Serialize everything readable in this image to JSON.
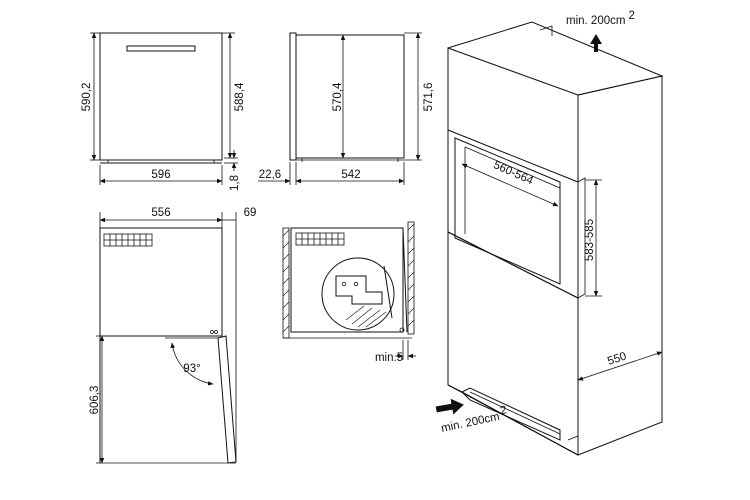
{
  "dimensions": {
    "front_height_left": "590,2",
    "front_height_right": "588,4",
    "front_width": "596",
    "bottom_gap": "1,8",
    "side_door_depth": "22,6",
    "side_body_depth": "542",
    "side_inner_height": "570,4",
    "side_outer_height": "571,6",
    "top_width": "556",
    "door_offset": "69",
    "door_angle": "93°",
    "door_swing_height": "606,3",
    "min_gap": "min.5",
    "niche_width": "560-564",
    "niche_height": "583-585",
    "cabinet_depth": "550",
    "vent_top": "min. 200cm",
    "vent_bottom": "min. 200cm",
    "vent_unit_exp": "2"
  }
}
